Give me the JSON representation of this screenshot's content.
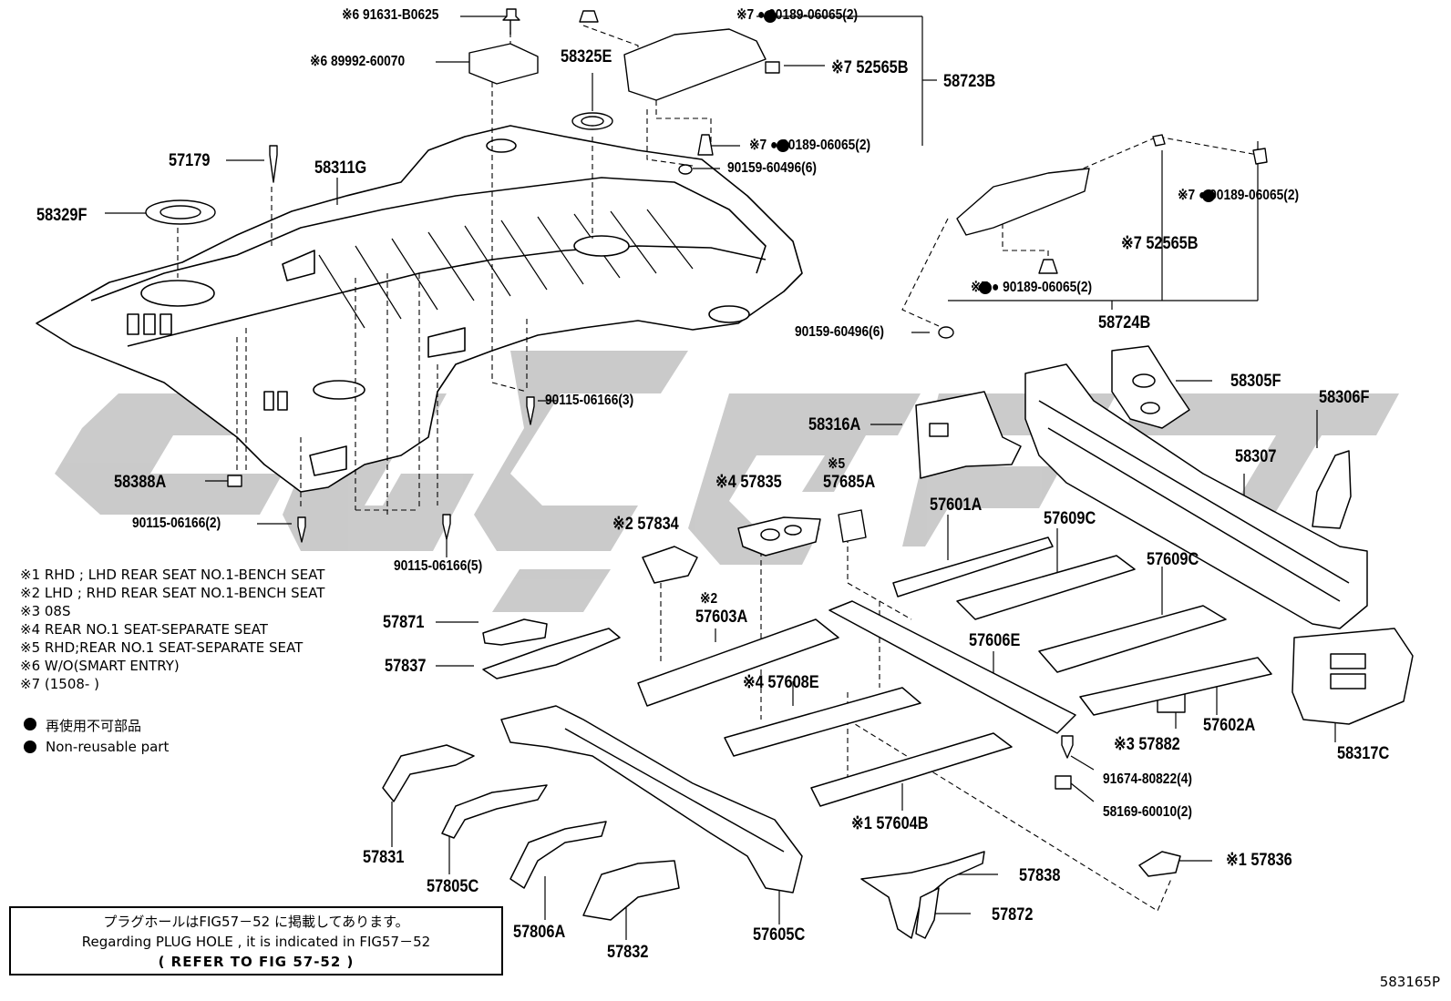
{
  "watermark_color": "#c8c8c8",
  "labels": {
    "p91631": "※6 91631-B0625",
    "p89992": "※6 89992-60070",
    "p58325E": "58325E",
    "p90189_a": "※7 ● 90189-06065(2)",
    "p52565B_a": "※7 52565B",
    "p58723B": "58723B",
    "p90189_b": "※7 ● 90189-06065(2)",
    "p90159_a": "90159-60496(6)",
    "p57179": "57179",
    "p58311G": "58311G",
    "p58329F": "58329F",
    "p90189_c": "※7 ● 90189-06065(2)",
    "p52565B_b": "※7 52565B",
    "p90189_d": "※7 ● 90189-06065(2)",
    "p58724B": "58724B",
    "p90159_b": "90159-60496(6)",
    "p58305F": "58305F",
    "p58306F": "58306F",
    "p90115_3": "90115-06166(3)",
    "p58316A": "58316A",
    "p58307": "58307",
    "p58388A": "58388A",
    "p57685A_mark": "※5",
    "p57685A": "57685A",
    "p57835": "※4 57835",
    "p90115_2": "90115-06166(2)",
    "p57601A": "57601A",
    "p57609C_a": "57609C",
    "p57834": "※2 57834",
    "p57609C_b": "57609C",
    "p90115_5": "90115-06166(5)",
    "p57603A_mark": "※2",
    "p57603A": "57603A",
    "p57871": "57871",
    "p57606E": "57606E",
    "p57837": "57837",
    "p57608E": "※4 57608E",
    "p58317C": "58317C",
    "p57882": "※3 57882",
    "p57602A": "57602A",
    "p91674": "91674-80822(4)",
    "p58169": "58169-60010(2)",
    "p57604B": "※1 57604B",
    "p57836": "※1 57836",
    "p57831": "57831",
    "p57805C": "57805C",
    "p57838": "57838",
    "p57872": "57872",
    "p57806A": "57806A",
    "p57832": "57832",
    "p57605C": "57605C"
  },
  "notes": [
    "※1 RHD ; LHD REAR SEAT NO.1-BENCH SEAT",
    "※2 LHD ; RHD REAR SEAT NO.1-BENCH SEAT",
    "※3 08S",
    "※4 REAR NO.1 SEAT-SEPARATE SEAT",
    "※5 RHD;REAR NO.1 SEAT-SEPARATE SEAT",
    "※6 W/O(SMART ENTRY)",
    "※7 (1508-       )"
  ],
  "legend": {
    "jp": "再使用不可部品",
    "en": "Non-reusable part"
  },
  "plug_hole": {
    "line1": "プラグホールはFIG57－52 に掲載してあります。",
    "line2": "Regarding  PLUG HOLE , it is indicated  in  FIG57－52",
    "line3": "(   REFER TO FIG 57-52  )"
  },
  "figure_code": "583165P"
}
